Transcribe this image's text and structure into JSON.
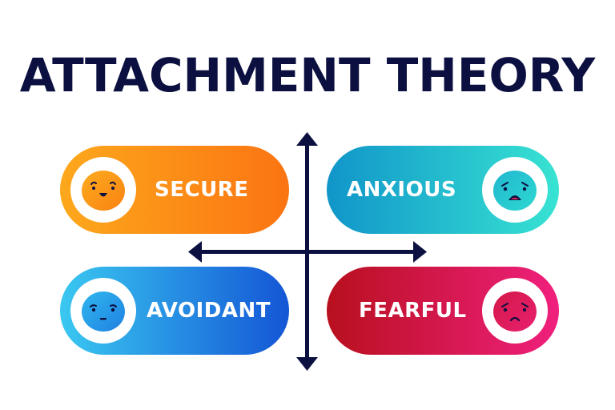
{
  "title": "ATTACHMENT THEORY",
  "colors": {
    "title": "#0c1040",
    "axis": "#0c1040",
    "secure": [
      "#fda81c",
      "#fb7412"
    ],
    "anxious": [
      "#1095c9",
      "#38e3d2"
    ],
    "avoidant": [
      "#3ac8f0",
      "#1456d6"
    ],
    "fearful": [
      "#b8101e",
      "#f0207e"
    ]
  },
  "quadrants": [
    {
      "id": "secure",
      "label": "SECURE",
      "icon": "happy-face-icon",
      "position": "top-left"
    },
    {
      "id": "anxious",
      "label": "ANXIOUS",
      "icon": "shocked-face-icon",
      "position": "top-right"
    },
    {
      "id": "avoidant",
      "label": "AVOIDANT",
      "icon": "neutral-face-icon",
      "position": "bottom-left"
    },
    {
      "id": "fearful",
      "label": "FEARFUL",
      "icon": "sad-face-icon",
      "position": "bottom-right"
    }
  ]
}
